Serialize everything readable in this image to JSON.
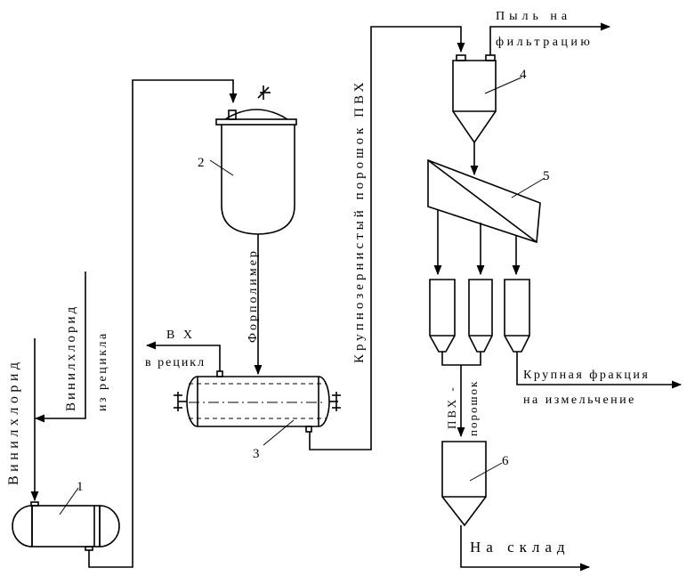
{
  "equipment": {
    "e1": "1",
    "e2": "2",
    "e3": "3",
    "e4": "4",
    "e5": "5",
    "e6": "6"
  },
  "streams": {
    "vinyl_chloride": "Винилхлорид",
    "vinyl_chloride_recycle_1": "Винилхлорид",
    "vinyl_chloride_recycle_2": "из рецикла",
    "vx_recycle_1": "В Х",
    "vx_recycle_2": "в рецикл",
    "prepolymer": "Форполимер",
    "coarse_powder": "Крупнозернистый порошок ПВХ",
    "dust_1": "Пыль на",
    "dust_2": "фильтрацию",
    "coarse_fraction_1": "Крупная фракция",
    "coarse_fraction_2": "на измельчение",
    "pvc_powder_1": "ПВХ -",
    "pvc_powder_2": "порошок",
    "to_warehouse": "На склад"
  }
}
